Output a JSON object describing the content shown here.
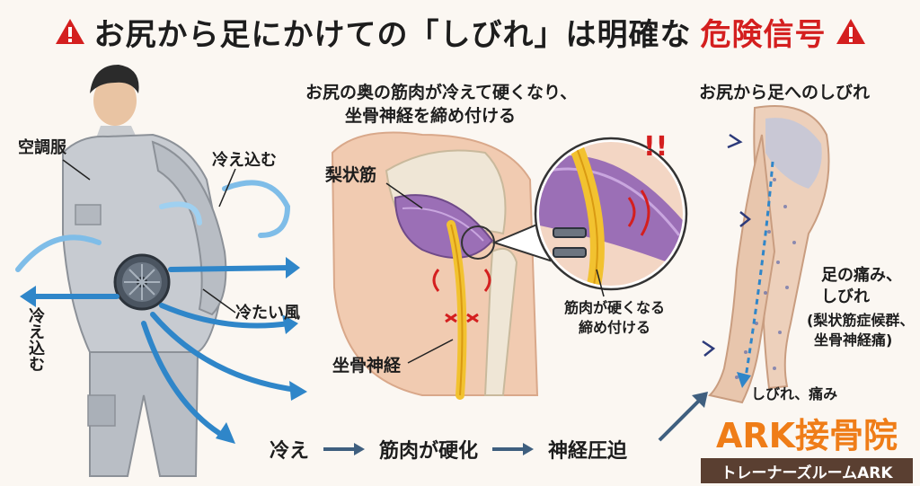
{
  "title": {
    "text_main": "お尻から足にかけての「しびれ」は明確な",
    "text_danger": "危険信号"
  },
  "left_panel": {
    "label_suit": "空調服",
    "label_cool_in_top": "冷え込む",
    "label_cool_in_side": "冷え込む",
    "label_cold_wind": "冷たい風"
  },
  "middle_panel": {
    "caption_line1": "お尻の奥の筋肉が冷えて硬くなり、",
    "caption_line2": "坐骨神経を締め付ける",
    "label_piriformis": "梨状筋",
    "label_sciatic": "坐骨神経",
    "label_exclaim": "!!",
    "zoom_line1": "筋肉が硬くなる",
    "zoom_line2": "締め付ける"
  },
  "right_panel": {
    "caption": "お尻から足へのしびれ",
    "symptom_line1": "足の痛み、",
    "symptom_line2": "しびれ",
    "symptom_line3": "(梨状筋症候群、",
    "symptom_line4": "坐骨神経痛)",
    "foot_label": "しびれ、痛み"
  },
  "flow": {
    "step1": "冷え",
    "step2": "筋肉が硬化",
    "step3": "神経圧迫"
  },
  "brand": {
    "name": "ARK接骨院",
    "subtitle": "トレーナーズルームARK"
  },
  "colors": {
    "danger": "#d41f1f",
    "brand_orange": "#ef7d18",
    "brand_brown": "#5a3f31",
    "wind_blue": "#2f86c9",
    "nerve_yellow": "#f2c230",
    "muscle_purple": "#9b6fb6"
  }
}
